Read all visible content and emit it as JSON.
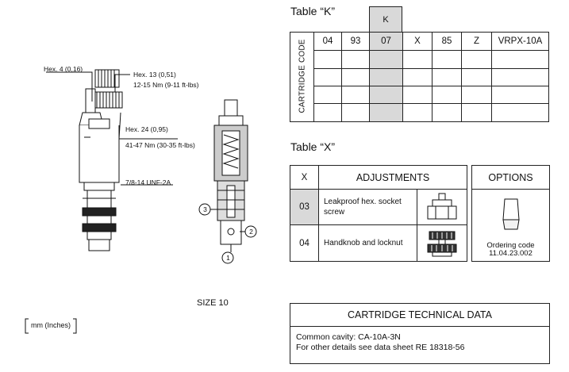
{
  "drawing": {
    "labels": {
      "hex4": "Hex. 4 (0,16)",
      "hex13": "Hex. 13 (0,51)",
      "torque13": "12-15 Nm (9-11 ft-lbs)",
      "hex24": "Hex. 24 (0,95)",
      "torque24": "41-47 Nm (30-35 ft-lbs)",
      "thread": "7/8-14 UNF-2A",
      "port1": "1",
      "port2": "2",
      "port3": "3"
    },
    "size": "SIZE 10",
    "units": "mm (Inches)"
  },
  "table_k": {
    "title": "Table “K”",
    "highlight_header": "K",
    "side_label": "CARTRIDGE CODE",
    "columns": [
      "04",
      "93",
      "07",
      "X",
      "85",
      "Z",
      "VRPX-10A"
    ]
  },
  "table_x": {
    "title": "Table “X”",
    "col_x": "X",
    "col_adj": "ADJUSTMENTS",
    "rows": [
      {
        "code": "03",
        "text": "Leakproof hex. socket screw"
      },
      {
        "code": "04",
        "text": "Handknob and locknut"
      }
    ]
  },
  "options": {
    "title": "OPTIONS",
    "ordering_label": "Ordering code",
    "ordering_code": "11.04.23.002"
  },
  "technical": {
    "title": "CARTRIDGE TECHNICAL DATA",
    "line1": "Common cavity: CA-10A-3N",
    "line2": "For other details see data sheet RE 18318-56"
  }
}
